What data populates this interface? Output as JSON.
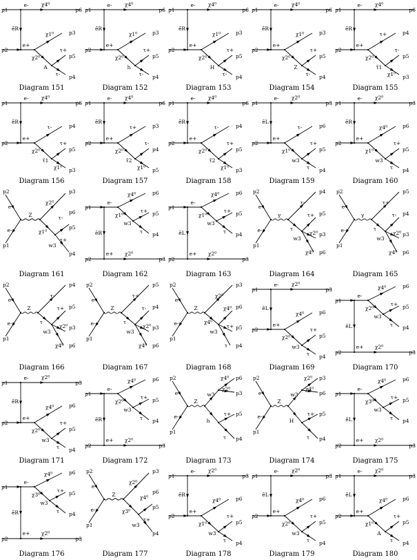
{
  "diagrams": [
    {
      "number": "151",
      "caption": "Diagram 151",
      "type": "t",
      "ext": {
        "top_left": "p1",
        "top_right": "p6",
        "bot_left": "p2",
        "out_upper": "p3",
        "out_middle": "p5",
        "out_lower": "p4"
      },
      "int": {
        "top_elec": "e-",
        "bot_elec": "e+",
        "top_line": "χ4⁰",
        "vert_prop": "ẽR",
        "lower_prop": "χ2⁰",
        "branch_line": "χ1⁰",
        "branch_2": "τ+",
        "branch_3": "τ-",
        "mid_prop": "A"
      }
    },
    {
      "number": "152",
      "caption": "Diagram 152",
      "type": "t",
      "ext": {
        "top_left": "p1",
        "top_right": "p6",
        "bot_left": "p2",
        "out_upper": "p3",
        "out_middle": "p5",
        "out_lower": "p4"
      },
      "int": {
        "top_elec": "e-",
        "bot_elec": "e+",
        "top_line": "χ4⁰",
        "vert_prop": "ẽR",
        "lower_prop": "χ2⁰",
        "branch_line": "χ1⁰",
        "branch_2": "τ+",
        "branch_3": "τ-",
        "mid_prop": "h"
      }
    },
    {
      "number": "153",
      "caption": "Diagram 153",
      "type": "t",
      "ext": {
        "top_left": "p1",
        "top_right": "p6",
        "bot_left": "p2",
        "out_upper": "p3",
        "out_middle": "p5",
        "out_lower": "p4"
      },
      "int": {
        "top_elec": "e-",
        "bot_elec": "e+",
        "top_line": "χ4⁰",
        "vert_prop": "ẽR",
        "lower_prop": "χ2⁰",
        "branch_line": "χ1⁰",
        "branch_2": "τ+",
        "branch_3": "τ-",
        "mid_prop": "H"
      }
    },
    {
      "number": "154",
      "caption": "Diagram 154",
      "type": "t",
      "ext": {
        "top_left": "p1",
        "top_right": "p6",
        "bot_left": "p2",
        "out_upper": "p3",
        "out_middle": "p5",
        "out_lower": "p4"
      },
      "int": {
        "top_elec": "e-",
        "bot_elec": "e+",
        "top_line": "χ4⁰",
        "vert_prop": "ẽR",
        "lower_prop": "χ2⁰",
        "branch_line": "χ1⁰",
        "branch_2": "τ+",
        "branch_3": "τ-",
        "mid_prop": "Z"
      }
    },
    {
      "number": "155",
      "caption": "Diagram 155",
      "type": "t",
      "ext": {
        "top_left": "p1",
        "top_right": "p6",
        "bot_left": "p2",
        "out_upper": "p4",
        "out_middle": "p5",
        "out_lower": "p3"
      },
      "int": {
        "top_elec": "e-",
        "bot_elec": "e+",
        "top_line": "χ4⁰",
        "vert_prop": "ẽR",
        "lower_prop": "χ2⁰",
        "branch_line": "τ+",
        "branch_2": "τ-",
        "branch_3": "χ1⁰",
        "mid_prop": "τ̃1"
      }
    },
    {
      "number": "156",
      "caption": "Diagram 156",
      "type": "t",
      "ext": {
        "top_left": "p1",
        "top_right": "p6",
        "bot_left": "p2",
        "out_upper": "p4",
        "out_middle": "p5",
        "out_lower": "p3"
      },
      "int": {
        "top_elec": "e-",
        "bot_elec": "e+",
        "top_line": "χ4⁰",
        "vert_prop": "ẽR",
        "lower_prop": "χ2⁰",
        "branch_line": "τ-",
        "branch_2": "τ+",
        "branch_3": "χ1⁰",
        "mid_prop": "τ̃1"
      }
    },
    {
      "number": "157",
      "caption": "Diagram 157",
      "type": "t",
      "ext": {
        "top_left": "p1",
        "top_right": "p6",
        "bot_left": "p2",
        "out_upper": "p3",
        "out_middle": "p4",
        "out_lower": "p5"
      },
      "int": {
        "top_elec": "e-",
        "bot_elec": "e+",
        "top_line": "χ4⁰",
        "vert_prop": "ẽR",
        "lower_prop": "χ2⁰",
        "branch_line": "τ+",
        "branch_2": "τ-",
        "branch_3": "χ1⁰",
        "mid_prop": "τ̃2"
      }
    },
    {
      "number": "158",
      "caption": "Diagram 158",
      "type": "t",
      "ext": {
        "top_left": "p1",
        "top_right": "p6",
        "bot_left": "p2",
        "out_upper": "p4",
        "out_middle": "p5",
        "out_lower": "p3"
      },
      "int": {
        "top_elec": "e-",
        "bot_elec": "e+",
        "top_line": "χ4⁰",
        "vert_prop": "ẽR",
        "lower_prop": "χ2⁰",
        "branch_line": "τ-",
        "branch_2": "τ+",
        "branch_3": "χ1⁰",
        "mid_prop": "τ̃2"
      }
    },
    {
      "number": "159",
      "caption": "Diagram 159",
      "type": "t",
      "ext": {
        "top_left": "p1",
        "top_right": "p3",
        "bot_left": "p2",
        "out_upper": "p6",
        "out_middle": "p5",
        "out_lower": "p4"
      },
      "int": {
        "top_elec": "e-",
        "bot_elec": "e+",
        "top_line": "χ2⁰",
        "vert_prop": "ẽL",
        "lower_prop": "χ1⁰",
        "branch_line": "τ-",
        "branch_2": "τ+",
        "branch_3": "τ",
        "mid_prop": "w3"
      }
    },
    {
      "number": "160",
      "caption": "Diagram 160",
      "type": "t",
      "ext": {
        "top_left": "p1",
        "top_right": "p3",
        "bot_left": "p2",
        "out_upper": "p6",
        "out_middle": "p5",
        "out_lower": "p4"
      },
      "int": {
        "top_elec": "e-",
        "bot_elec": "e+",
        "top_line": "χ2⁰",
        "vert_prop": "ẽR",
        "lower_prop": "χ1⁰",
        "branch_line": "χ4⁰",
        "branch_2": "τ+",
        "branch_3": "τ",
        "mid_prop": "w3"
      }
    },
    {
      "number": "161",
      "caption": "Diagram 161",
      "type": "s",
      "ext": {
        "p_top": "p2",
        "p_bot": "p1",
        "out_1": "p3",
        "out_2": "p6",
        "out_3": "p5",
        "out_4": "p4"
      },
      "int": {
        "e_top": "e",
        "e_bot": "e-",
        "boson": "Z",
        "line_1": "χ2⁰",
        "line_2": "τ-",
        "mid": "χ1⁰",
        "line_3": "τ+",
        "w": "w3"
      }
    },
    {
      "number": "162",
      "caption": "Diagram 162",
      "type": "t2",
      "ext": {
        "top_left": "p1",
        "bot_left": "p2",
        "bot_right": "p3",
        "out_1": "p6",
        "out_2": "p5",
        "out_3": "p4"
      },
      "int": {
        "top_elec": "e-",
        "bot_elec": "e+",
        "vert_prop": "ẽR",
        "bottom_line": "χ2⁰",
        "line_1": "χ4⁰",
        "line_2": "τ+",
        "line_3": "τ",
        "first": "χ1⁰",
        "w": "w3"
      }
    },
    {
      "number": "163",
      "caption": "Diagram 163",
      "type": "t2",
      "ext": {
        "top_left": "p1",
        "bot_left": "p2",
        "bot_right": "p3",
        "out_1": "p6",
        "out_2": "p5",
        "out_3": "p4"
      },
      "int": {
        "top_elec": "e-",
        "bot_elec": "e+",
        "vert_prop": "ẽL",
        "bottom_line": "χ2⁰",
        "line_1": "χ4⁰",
        "line_2": "τ+",
        "line_3": "τ",
        "first": "χ1⁰",
        "w": "w3"
      }
    },
    {
      "number": "164",
      "caption": "Diagram 164",
      "type": "s2",
      "ext": {
        "p_top": "p2",
        "p_bot": "p1",
        "out_1": "p4",
        "out_2": "p5",
        "out_3": "p3",
        "out_4": "p6"
      },
      "int": {
        "e_top": "e",
        "e_bot": "e-",
        "boson": "γ",
        "line_1": "τ-",
        "line_2": "τ+",
        "mid": "τ",
        "line_3": "χ2⁰",
        "line_4": "χ4⁰",
        "w": "w3"
      }
    },
    {
      "number": "165",
      "caption": "Diagram 165",
      "type": "s2",
      "ext": {
        "p_top": "p2",
        "p_bot": "p1",
        "out_1": "p5",
        "out_2": "p4",
        "out_3": "p3",
        "out_4": "p6"
      },
      "int": {
        "e_top": "e",
        "e_bot": "e-",
        "boson": "γ",
        "line_1": "τ+",
        "line_2": "τ-",
        "mid": "τ",
        "line_3": "χ2⁰",
        "line_4": "χ4⁰",
        "w": "w3"
      }
    },
    {
      "number": "166",
      "caption": "Diagram 166",
      "type": "s2",
      "ext": {
        "p_top": "p2",
        "p_bot": "p1",
        "out_1": "p4",
        "out_2": "p5",
        "out_3": "p3",
        "out_4": "p6"
      },
      "int": {
        "e_top": "e",
        "e_bot": "e-",
        "boson": "Z",
        "line_1": "τ-",
        "line_2": "τ+",
        "mid": "τ",
        "line_3": "χ2⁰",
        "line_4": "χ4⁰",
        "w": "w3"
      }
    },
    {
      "number": "167",
      "caption": "Diagram 167",
      "type": "s2",
      "ext": {
        "p_top": "p2",
        "p_bot": "p1",
        "out_1": "p5",
        "out_2": "p4",
        "out_3": "p3",
        "out_4": "p6"
      },
      "int": {
        "e_top": "e",
        "e_bot": "e-",
        "boson": "Z",
        "line_1": "τ+",
        "line_2": "τ-",
        "mid": "τ",
        "line_3": "χ2⁰",
        "line_4": "χ4⁰",
        "w": "w3"
      }
    },
    {
      "number": "168",
      "caption": "Diagram 168",
      "type": "s2",
      "ext": {
        "p_top": "p2",
        "p_bot": "p1",
        "out_1": "p3",
        "out_2": "p6",
        "out_3": "p5",
        "out_4": "p4"
      },
      "int": {
        "e_top": "e",
        "e_bot": "e-",
        "boson": "Z",
        "line_1": "χ2⁰",
        "line_2": "χ4⁰",
        "mid": "χ4⁰",
        "line_3": "τ+",
        "line_4": "τ",
        "w": "w3"
      }
    },
    {
      "number": "169",
      "caption": "Diagram 169",
      "type": "t",
      "ext": {
        "top_left": "p1",
        "top_right": "p3",
        "bot_left": "p2",
        "out_upper": "p6",
        "out_middle": "p5",
        "out_lower": "p4"
      },
      "int": {
        "top_elec": "e-",
        "bot_elec": "e+",
        "top_line": "χ2⁰",
        "vert_prop": "ẽL",
        "lower_prop": "χ2⁰",
        "branch_line": "χ4⁰",
        "branch_2": "τ+",
        "branch_3": "τ",
        "mid_prop": "w3"
      }
    },
    {
      "number": "170",
      "caption": "Diagram 170",
      "type": "t2",
      "ext": {
        "top_left": "p1",
        "bot_left": "p2",
        "bot_right": "p3",
        "out_1": "p6",
        "out_2": "p5",
        "out_3": "p4"
      },
      "int": {
        "top_elec": "e-",
        "bot_elec": "e+",
        "vert_prop": "ẽL",
        "bottom_line": "χ2⁰",
        "line_1": "χ4⁰",
        "line_2": "τ+",
        "line_3": "τ",
        "first": "χ2⁰",
        "w": "w3"
      }
    },
    {
      "number": "171",
      "caption": "Diagram 171",
      "type": "t",
      "ext": {
        "top_left": "p1",
        "top_right": "p3",
        "bot_left": "p2",
        "out_upper": "p6",
        "out_middle": "p5",
        "out_lower": "p4"
      },
      "int": {
        "top_elec": "e-",
        "bot_elec": "e+",
        "top_line": "χ2⁰",
        "vert_prop": "ẽR",
        "lower_prop": "χ2⁰",
        "branch_line": "χ4⁰",
        "branch_2": "τ+",
        "branch_3": "τ",
        "mid_prop": "w3"
      }
    },
    {
      "number": "172",
      "caption": "Diagram 172",
      "type": "t2",
      "ext": {
        "top_left": "p1",
        "bot_left": "p2",
        "bot_right": "p3",
        "out_1": "p6",
        "out_2": "p5",
        "out_3": "p4"
      },
      "int": {
        "top_elec": "e-",
        "bot_elec": "e+",
        "vert_prop": "ẽR",
        "bottom_line": "χ2⁰",
        "line_1": "χ4⁰",
        "line_2": "τ+",
        "line_3": "τ",
        "first": "χ2⁰",
        "w": "w3"
      }
    },
    {
      "number": "173",
      "caption": "Diagram 173",
      "type": "s3",
      "ext": {
        "p_top": "p2",
        "p_bot": "p1",
        "out_1": "p6",
        "out_2": "p3",
        "out_3": "p5",
        "out_4": "p4"
      },
      "int": {
        "e_top": "e",
        "e_bot": "e-",
        "boson": "Z",
        "line_1": "χ4⁰",
        "line_2": "χ2⁰",
        "w": "w3",
        "mid": "h",
        "line_3": "τ+",
        "line_4": "τ"
      }
    },
    {
      "number": "174",
      "caption": "Diagram 174",
      "type": "s3",
      "ext": {
        "p_top": "p2",
        "p_bot": "p1",
        "out_1": "p3",
        "out_2": "p6",
        "out_3": "p5",
        "out_4": "p4"
      },
      "int": {
        "e_top": "e",
        "e_bot": "e-",
        "boson": "Z",
        "line_1": "χ2⁰",
        "line_2": "χ4⁰",
        "w": "w3",
        "mid": "H",
        "line_3": "τ+",
        "line_4": "τ"
      }
    },
    {
      "number": "175",
      "caption": "Diagram 175",
      "type": "t2",
      "ext": {
        "top_left": "p1",
        "bot_left": "p2",
        "bot_right": "p3",
        "out_1": "p6",
        "out_2": "p5",
        "out_3": "p4"
      },
      "int": {
        "top_elec": "e-",
        "bot_elec": "e+",
        "vert_prop": "ẽL",
        "bottom_line": "χ2⁰",
        "line_1": "χ4⁰",
        "line_2": "τ+",
        "line_3": "τ",
        "first": "χ3⁰",
        "w": "w3"
      }
    },
    {
      "number": "176",
      "caption": "Diagram 176",
      "type": "t2",
      "ext": {
        "top_left": "p1",
        "bot_left": "p2",
        "bot_right": "p3",
        "out_1": "p6",
        "out_2": "p5",
        "out_3": "p4"
      },
      "int": {
        "top_elec": "e-",
        "bot_elec": "e+",
        "vert_prop": "ẽR",
        "bottom_line": "χ2⁰",
        "line_1": "χ4⁰",
        "line_2": "τ+",
        "line_3": "τ",
        "first": "χ3⁰",
        "w": "w3"
      }
    },
    {
      "number": "177",
      "caption": "Diagram 177",
      "type": "s",
      "ext": {
        "p_top": "p2",
        "p_bot": "p1",
        "out_1": "p3",
        "out_2": "p6",
        "out_3": "p5",
        "out_4": "p4"
      },
      "int": {
        "e_top": "e",
        "e_bot": "e-",
        "boson": "Z",
        "line_1": "χ2⁰",
        "line_2": "χ4⁰",
        "mid": "χ3⁰",
        "line_3": "τ+",
        "w": "w3"
      }
    },
    {
      "number": "178",
      "caption": "Diagram 178",
      "type": "t",
      "ext": {
        "top_left": "p1",
        "top_right": "p3",
        "bot_left": "p2",
        "out_upper": "p6",
        "out_middle": "p5",
        "out_lower": "p4"
      },
      "int": {
        "top_elec": "e-",
        "bot_elec": "e+",
        "top_line": "χ2⁰",
        "vert_prop": "ẽR",
        "lower_prop": "χ1⁰",
        "branch_line": "χ4⁰",
        "branch_2": "τ+",
        "branch_3": "τ",
        "mid_prop": "w3"
      }
    },
    {
      "number": "179",
      "caption": "Diagram 179",
      "type": "t",
      "ext": {
        "top_left": "p1",
        "top_right": "p3",
        "bot_left": "p2",
        "out_upper": "p6",
        "out_middle": "p5",
        "out_lower": "p4"
      },
      "int": {
        "top_elec": "e-",
        "bot_elec": "e+",
        "top_line": "χ2⁰",
        "vert_prop": "ẽL",
        "lower_prop": "χ2⁰",
        "branch_line": "χ4⁰",
        "branch_2": "τ+",
        "branch_3": "τ",
        "mid_prop": "w3"
      }
    },
    {
      "number": "180",
      "caption": "Diagram 180",
      "type": "t",
      "ext": {
        "top_left": "p1",
        "top_right": "p3",
        "bot_left": "p2",
        "out_upper": "p6",
        "out_middle": "p5",
        "out_lower": "p4"
      },
      "int": {
        "top_elec": "e-",
        "bot_elec": "e+",
        "top_line": "χ2⁰",
        "vert_prop": "ẽL",
        "lower_prop": "χ1⁰",
        "branch_line": "χ4⁰",
        "branch_2": "τ+",
        "branch_3": "τ",
        "mid_prop": "A"
      }
    }
  ]
}
